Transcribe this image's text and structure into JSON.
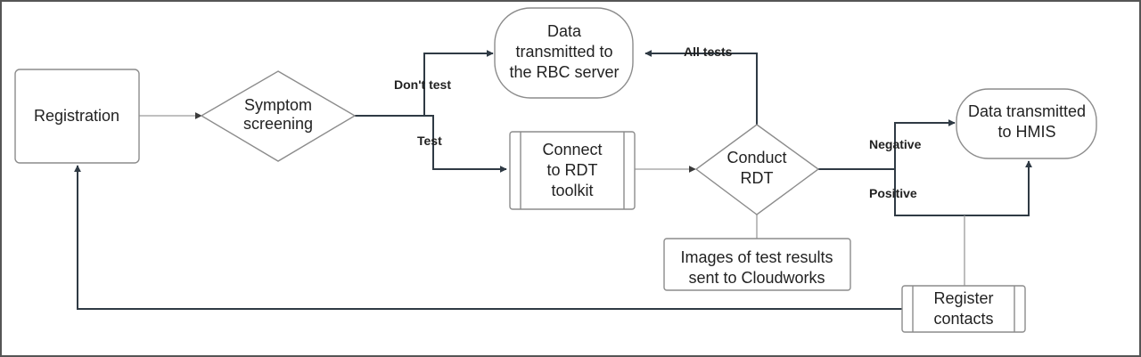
{
  "nodes": {
    "registration": {
      "label": "Registration"
    },
    "symptom_screening": {
      "lines": [
        "Symptom",
        "screening"
      ]
    },
    "data_rbc": {
      "lines": [
        "Data",
        "transmitted to",
        "the RBC server"
      ]
    },
    "connect_rdt": {
      "lines": [
        "Connect",
        "to RDT",
        "toolkit"
      ]
    },
    "conduct_rdt": {
      "lines": [
        "Conduct",
        "RDT"
      ]
    },
    "data_hmis": {
      "lines": [
        "Data transmitted",
        "to HMIS"
      ]
    },
    "images_cloudworks": {
      "lines": [
        "Images of test results",
        "sent to Cloudworks"
      ]
    },
    "register_contacts": {
      "lines": [
        "Register",
        "contacts"
      ]
    }
  },
  "edge_labels": {
    "dont_test": "Don't test",
    "test": "Test",
    "all_tests": "All tests",
    "negative": "Negative",
    "positive": "Positive"
  },
  "colors": {
    "connector_dark": "#2f3a44",
    "connector_light": "#9a9a9a",
    "shape_stroke": "#8c8c8c",
    "frame": "#555555"
  }
}
